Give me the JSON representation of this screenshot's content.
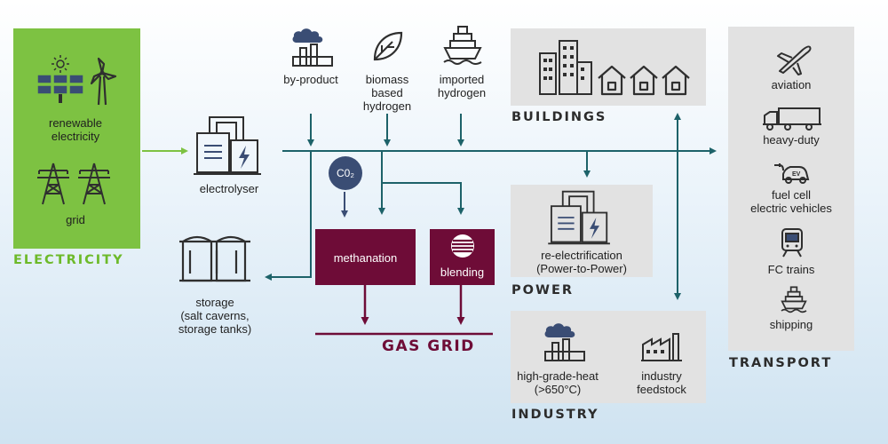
{
  "electricity": {
    "renewable_label": "renewable\nelectricity",
    "grid_label": "grid",
    "section_title": "ELECTRICITY"
  },
  "sources": {
    "byproduct": "by-product",
    "biomass": "biomass\nbased\nhydrogen",
    "imported": "imported\nhydrogen"
  },
  "electrolyser_label": "electrolyser",
  "co2_label": "C0₂",
  "storage_label": "storage\n(salt caverns,\nstorage tanks)",
  "methanation_label": "methanation",
  "blending_label": "blending",
  "gas_grid_title": "GAS GRID",
  "buildings_title": "BUILDINGS",
  "power": {
    "label": "re-electrification\n(Power-to-Power)",
    "title": "POWER"
  },
  "industry": {
    "heat_label": "high-grade-heat\n(>650°C)",
    "feedstock_label": "industry\nfeedstock",
    "title": "INDUSTRY"
  },
  "transport": {
    "items": [
      "aviation",
      "heavy-duty",
      "fuel cell\nelectric vehicles",
      "FC trains",
      "shipping"
    ],
    "title": "TRANSPORT"
  },
  "colors": {
    "green": "#7dc242",
    "teal": "#1d6269",
    "maroon": "#6e0c37",
    "navy": "#3a4d74",
    "panel": "#e2e2e2"
  }
}
